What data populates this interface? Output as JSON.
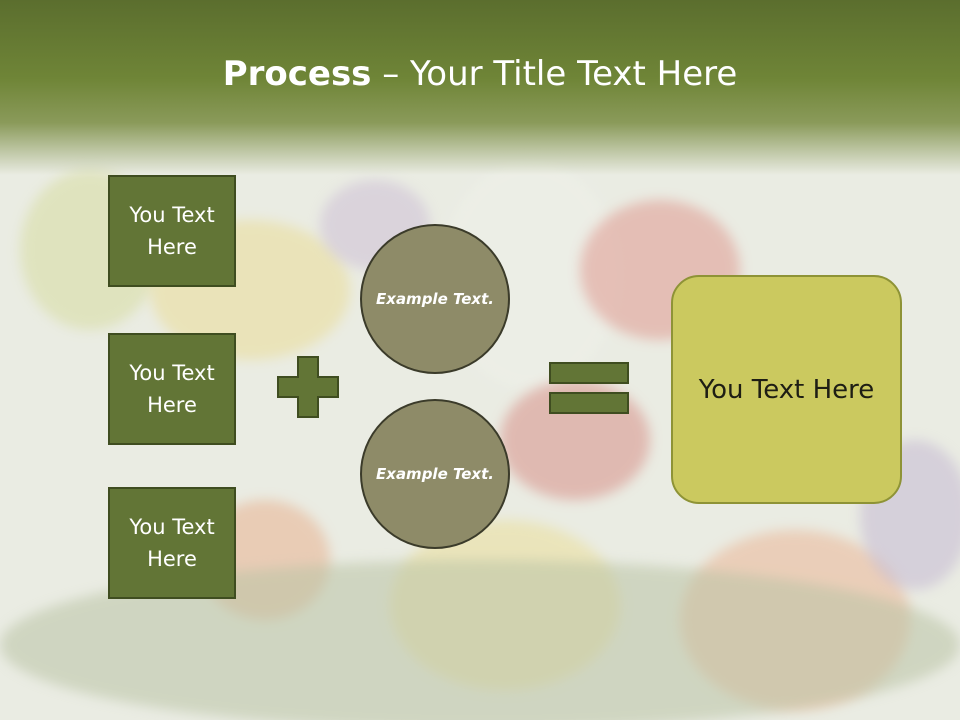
{
  "title": {
    "bold": "Process",
    "rest": " – Your Title Text Here"
  },
  "left_boxes": [
    "You Text Here",
    "You Text Here",
    "You Text Here"
  ],
  "circles": [
    "Example Text.",
    "Example Text."
  ],
  "result": "You Text Here",
  "colors": {
    "header": "#627536",
    "box_fill": "#627536",
    "circle_fill": "#8e8b68",
    "result_fill": "#cbc95f",
    "operator_fill": "#627536"
  },
  "icons": {
    "plus": "plus-icon",
    "equals": "equals-icon"
  }
}
